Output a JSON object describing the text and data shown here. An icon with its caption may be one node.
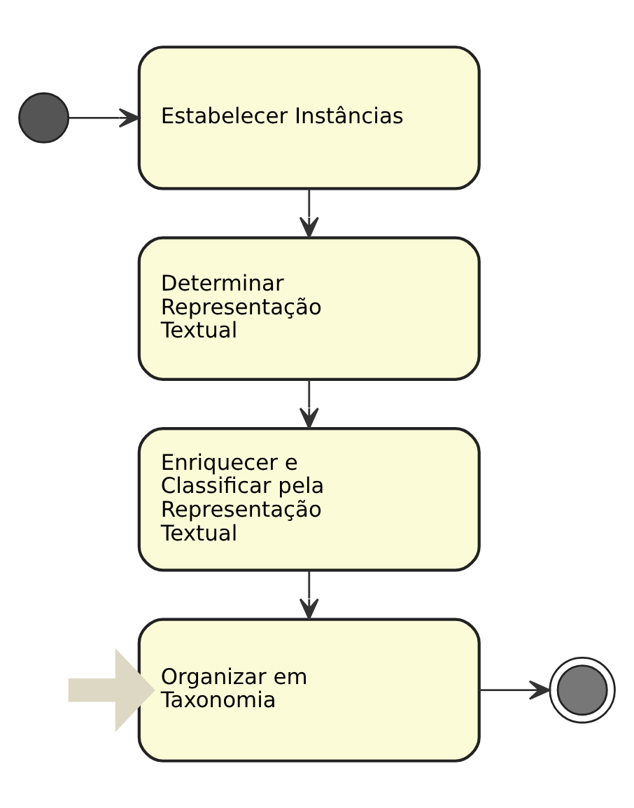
{
  "diagram": {
    "nodes": [
      {
        "text": [],
        "shape": "circle"
      },
      {
        "text": [
          "Estabelecer Instâncias"
        ]
      },
      {
        "text": [
          "Determinar Representação Textual"
        ]
      },
      {
        "text": [
          "Enriquecer e Classificar pela Representação Textual"
        ]
      },
      {
        "text": [
          "Organizar em Taxonomia"
        ]
      },
      {
        "text": [],
        "shape": "circle"
      }
    ],
    "edges": [
      {
        "from": 0,
        "to": 1,
        "arrow": "to"
      },
      {
        "from": 1,
        "to": 2,
        "arrow": "to"
      },
      {
        "from": 2,
        "to": 3,
        "arrow": "to"
      },
      {
        "from": 3,
        "to": 4,
        "arrow": "to"
      },
      {
        "from": 4,
        "to": 5,
        "arrow": "to"
      },
      {
        "from": null,
        "to": 4,
        "arrow": "to",
        "style": "thick",
        "color": "#ddd8c4"
      }
    ]
  }
}
